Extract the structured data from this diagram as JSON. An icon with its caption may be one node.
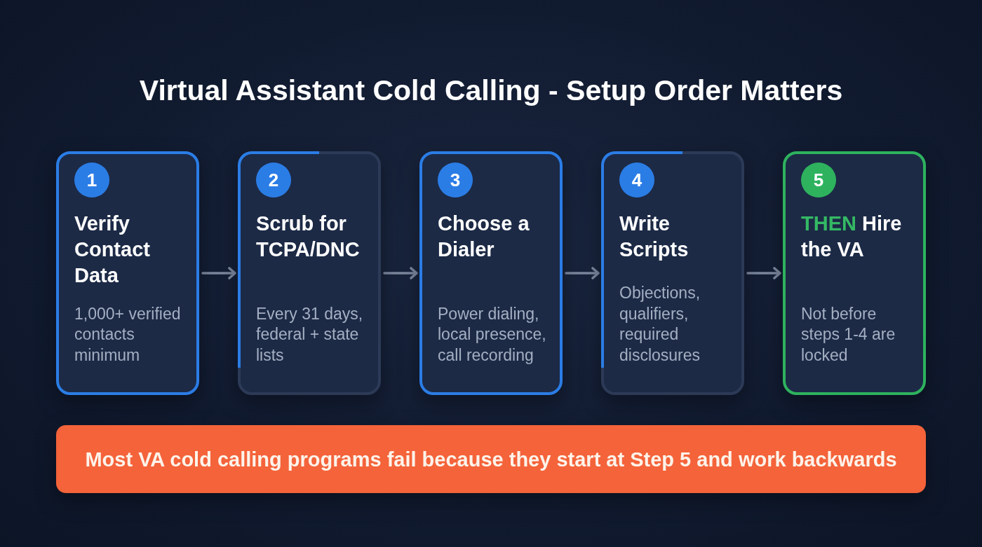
{
  "diagram": {
    "title": "Virtual Assistant Cold Calling - Setup Order Matters",
    "nodes": [
      {
        "text": [
          "Verify Contact Data",
          "1,000+ verified contacts minimum"
        ]
      },
      {
        "text": [
          "1"
        ],
        "in": 0
      },
      {
        "text": [
          "Scrub for TCPA/DNC",
          "Every 31 days, federal + state lists"
        ]
      },
      {
        "text": [
          "2"
        ],
        "in": 2
      },
      {
        "text": [
          "Choose a Dialer",
          "Power dialing, local presence, call recording"
        ]
      },
      {
        "text": [
          "3"
        ],
        "in": 4
      },
      {
        "text": [
          "Write Scripts",
          "Objections, qualifiers, required disclosures"
        ]
      },
      {
        "text": [
          "4"
        ],
        "in": 6
      },
      {
        "text": [
          "**THEN** Hire the VA",
          "Not before steps 1-4 are locked"
        ]
      },
      {
        "text": [
          "5"
        ],
        "in": 8
      },
      {
        "text": [
          "Most VA cold calling programs fail because they start at Step 5 and work backwards"
        ]
      }
    ],
    "edges": [
      {
        "from": 0,
        "to": 2,
        "arrow": "to"
      },
      {
        "from": 2,
        "to": 4,
        "arrow": "to"
      },
      {
        "from": 4,
        "to": 6,
        "arrow": "to"
      },
      {
        "from": 6,
        "to": 8,
        "arrow": "to"
      }
    ]
  }
}
